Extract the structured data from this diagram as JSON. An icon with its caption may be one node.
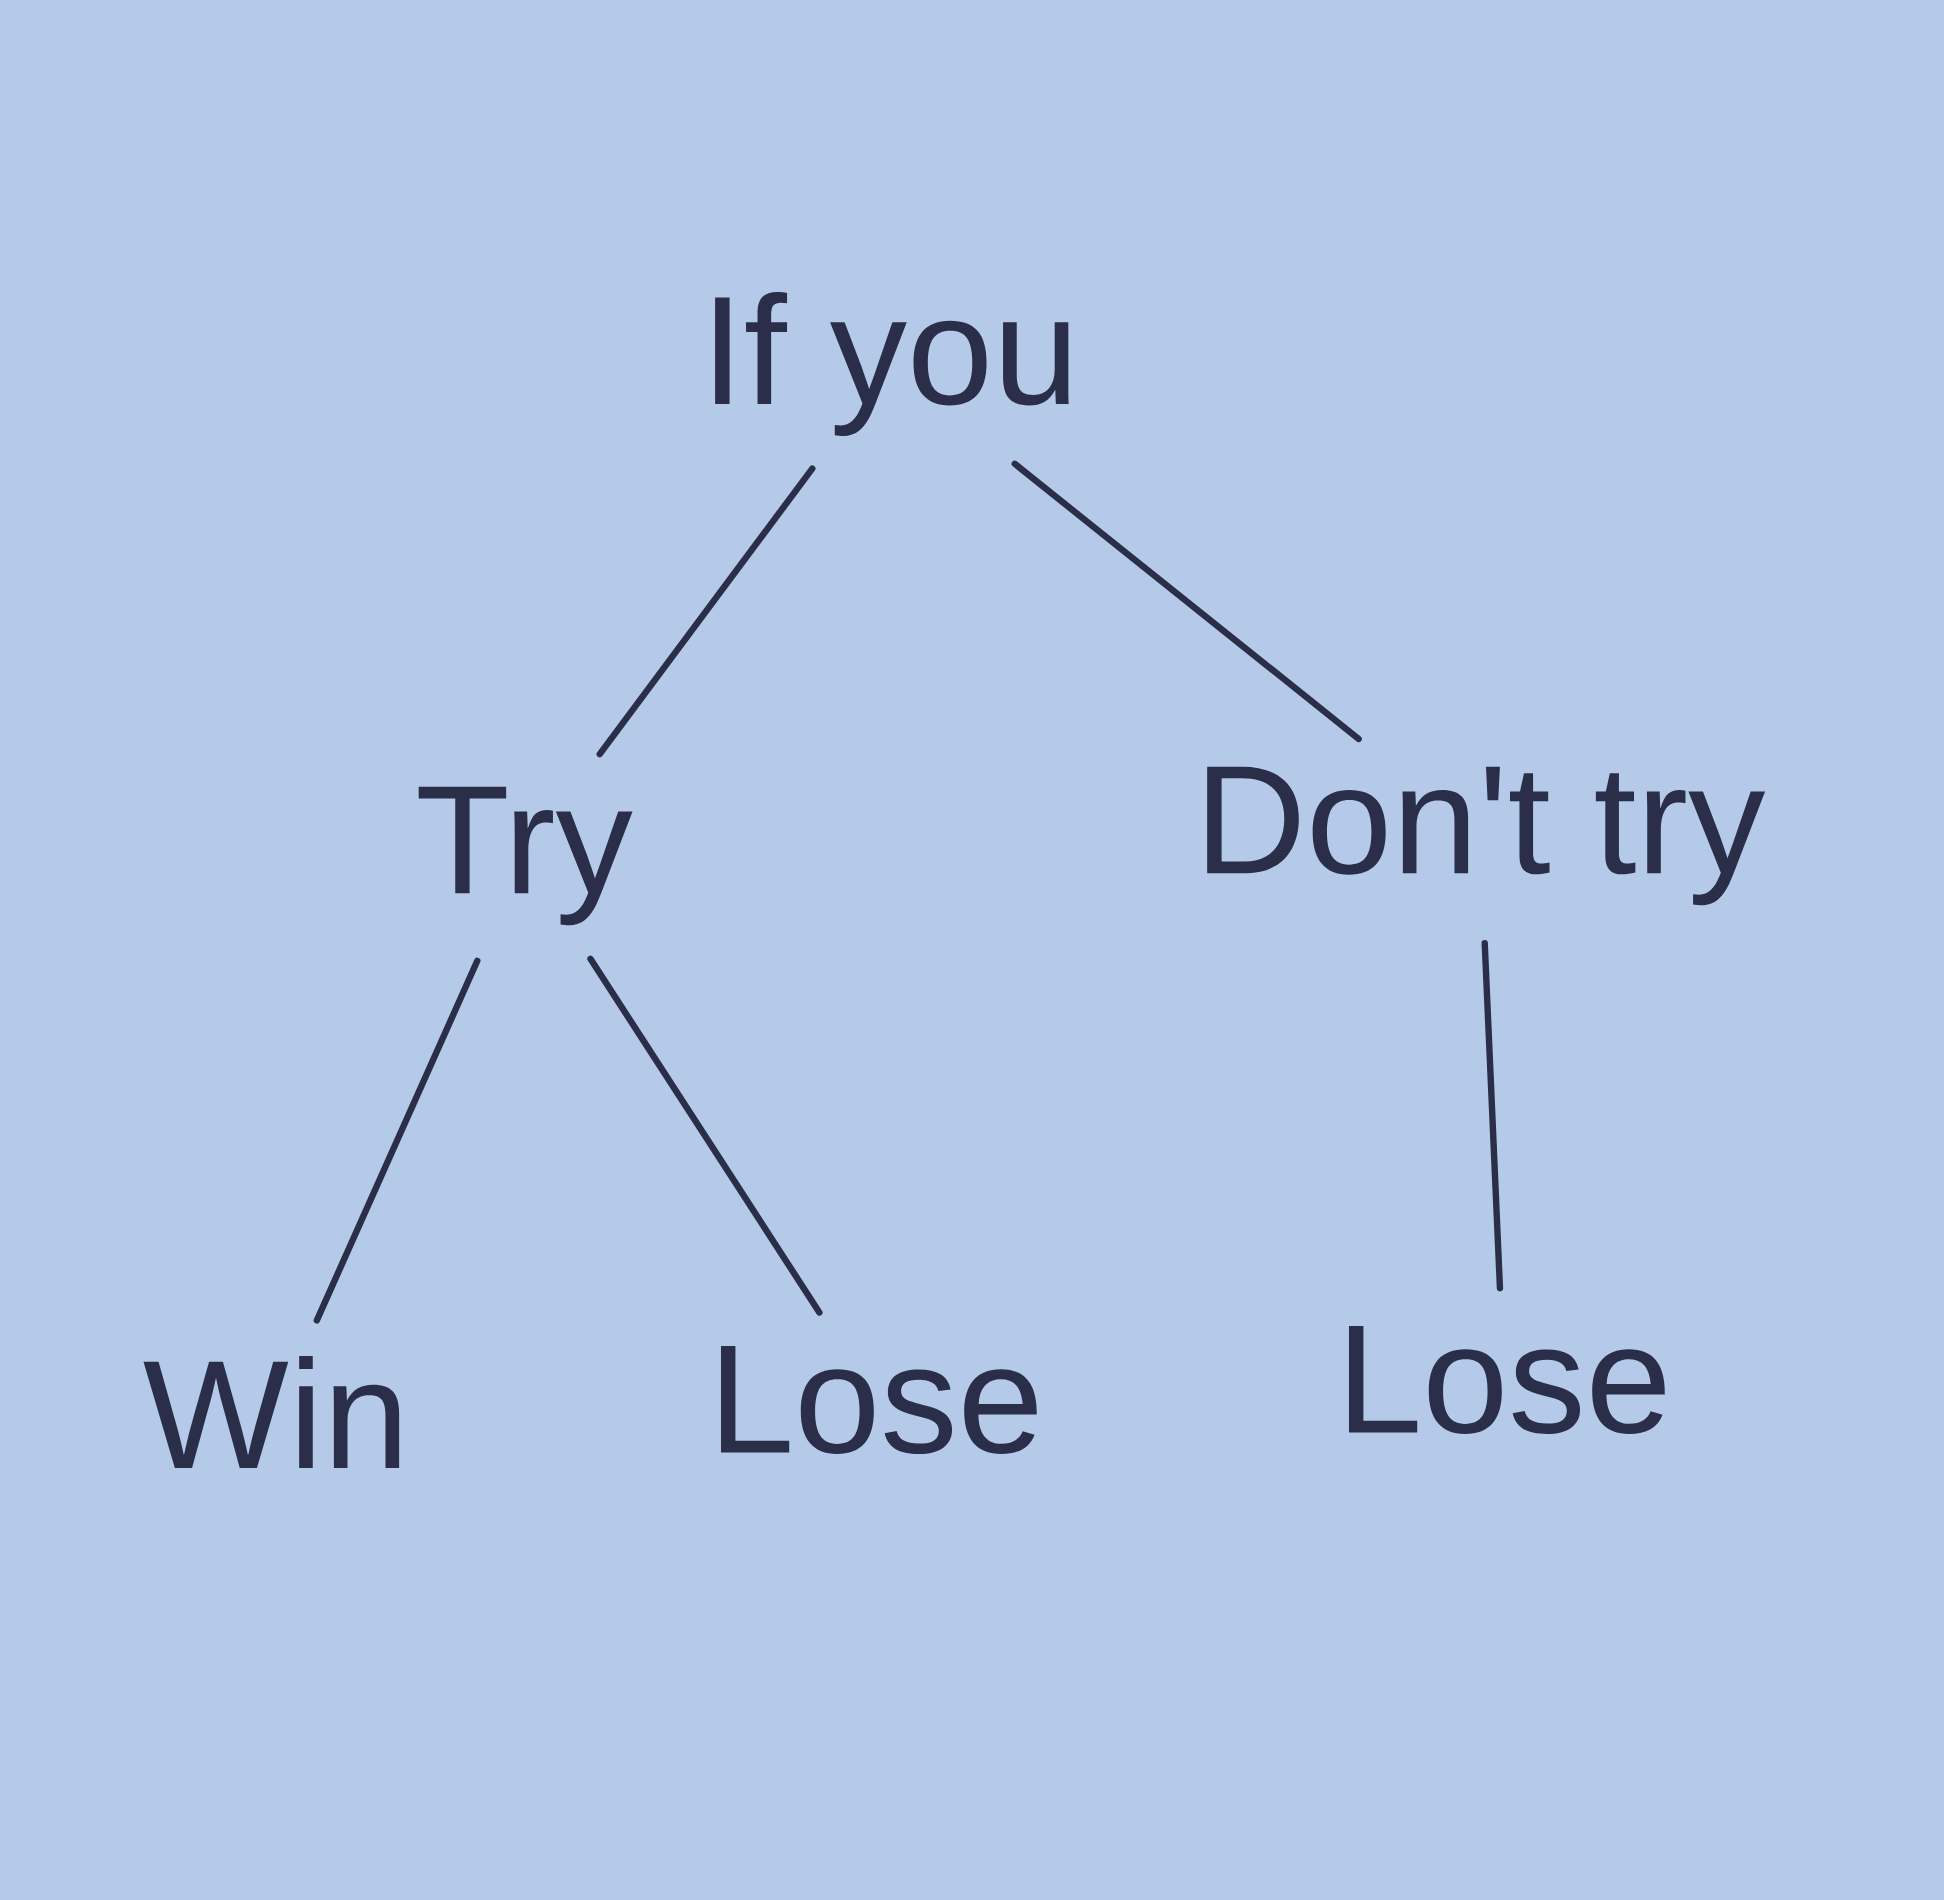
{
  "diagram": {
    "nodes": [
      {
        "text": [
          "If you"
        ]
      },
      {
        "text": [
          "Try"
        ]
      },
      {
        "text": [
          "Don't try"
        ]
      },
      {
        "text": [
          "Win"
        ]
      },
      {
        "text": [
          "Lose"
        ]
      },
      {
        "text": [
          "Lose"
        ]
      }
    ],
    "edges": [
      {
        "from": 0,
        "to": 1,
        "arrow": "none"
      },
      {
        "from": 0,
        "to": 2,
        "arrow": "none"
      },
      {
        "from": 1,
        "to": 3,
        "arrow": "none"
      },
      {
        "from": 1,
        "to": 4,
        "arrow": "none"
      },
      {
        "from": 2,
        "to": 5,
        "arrow": "none"
      }
    ]
  }
}
